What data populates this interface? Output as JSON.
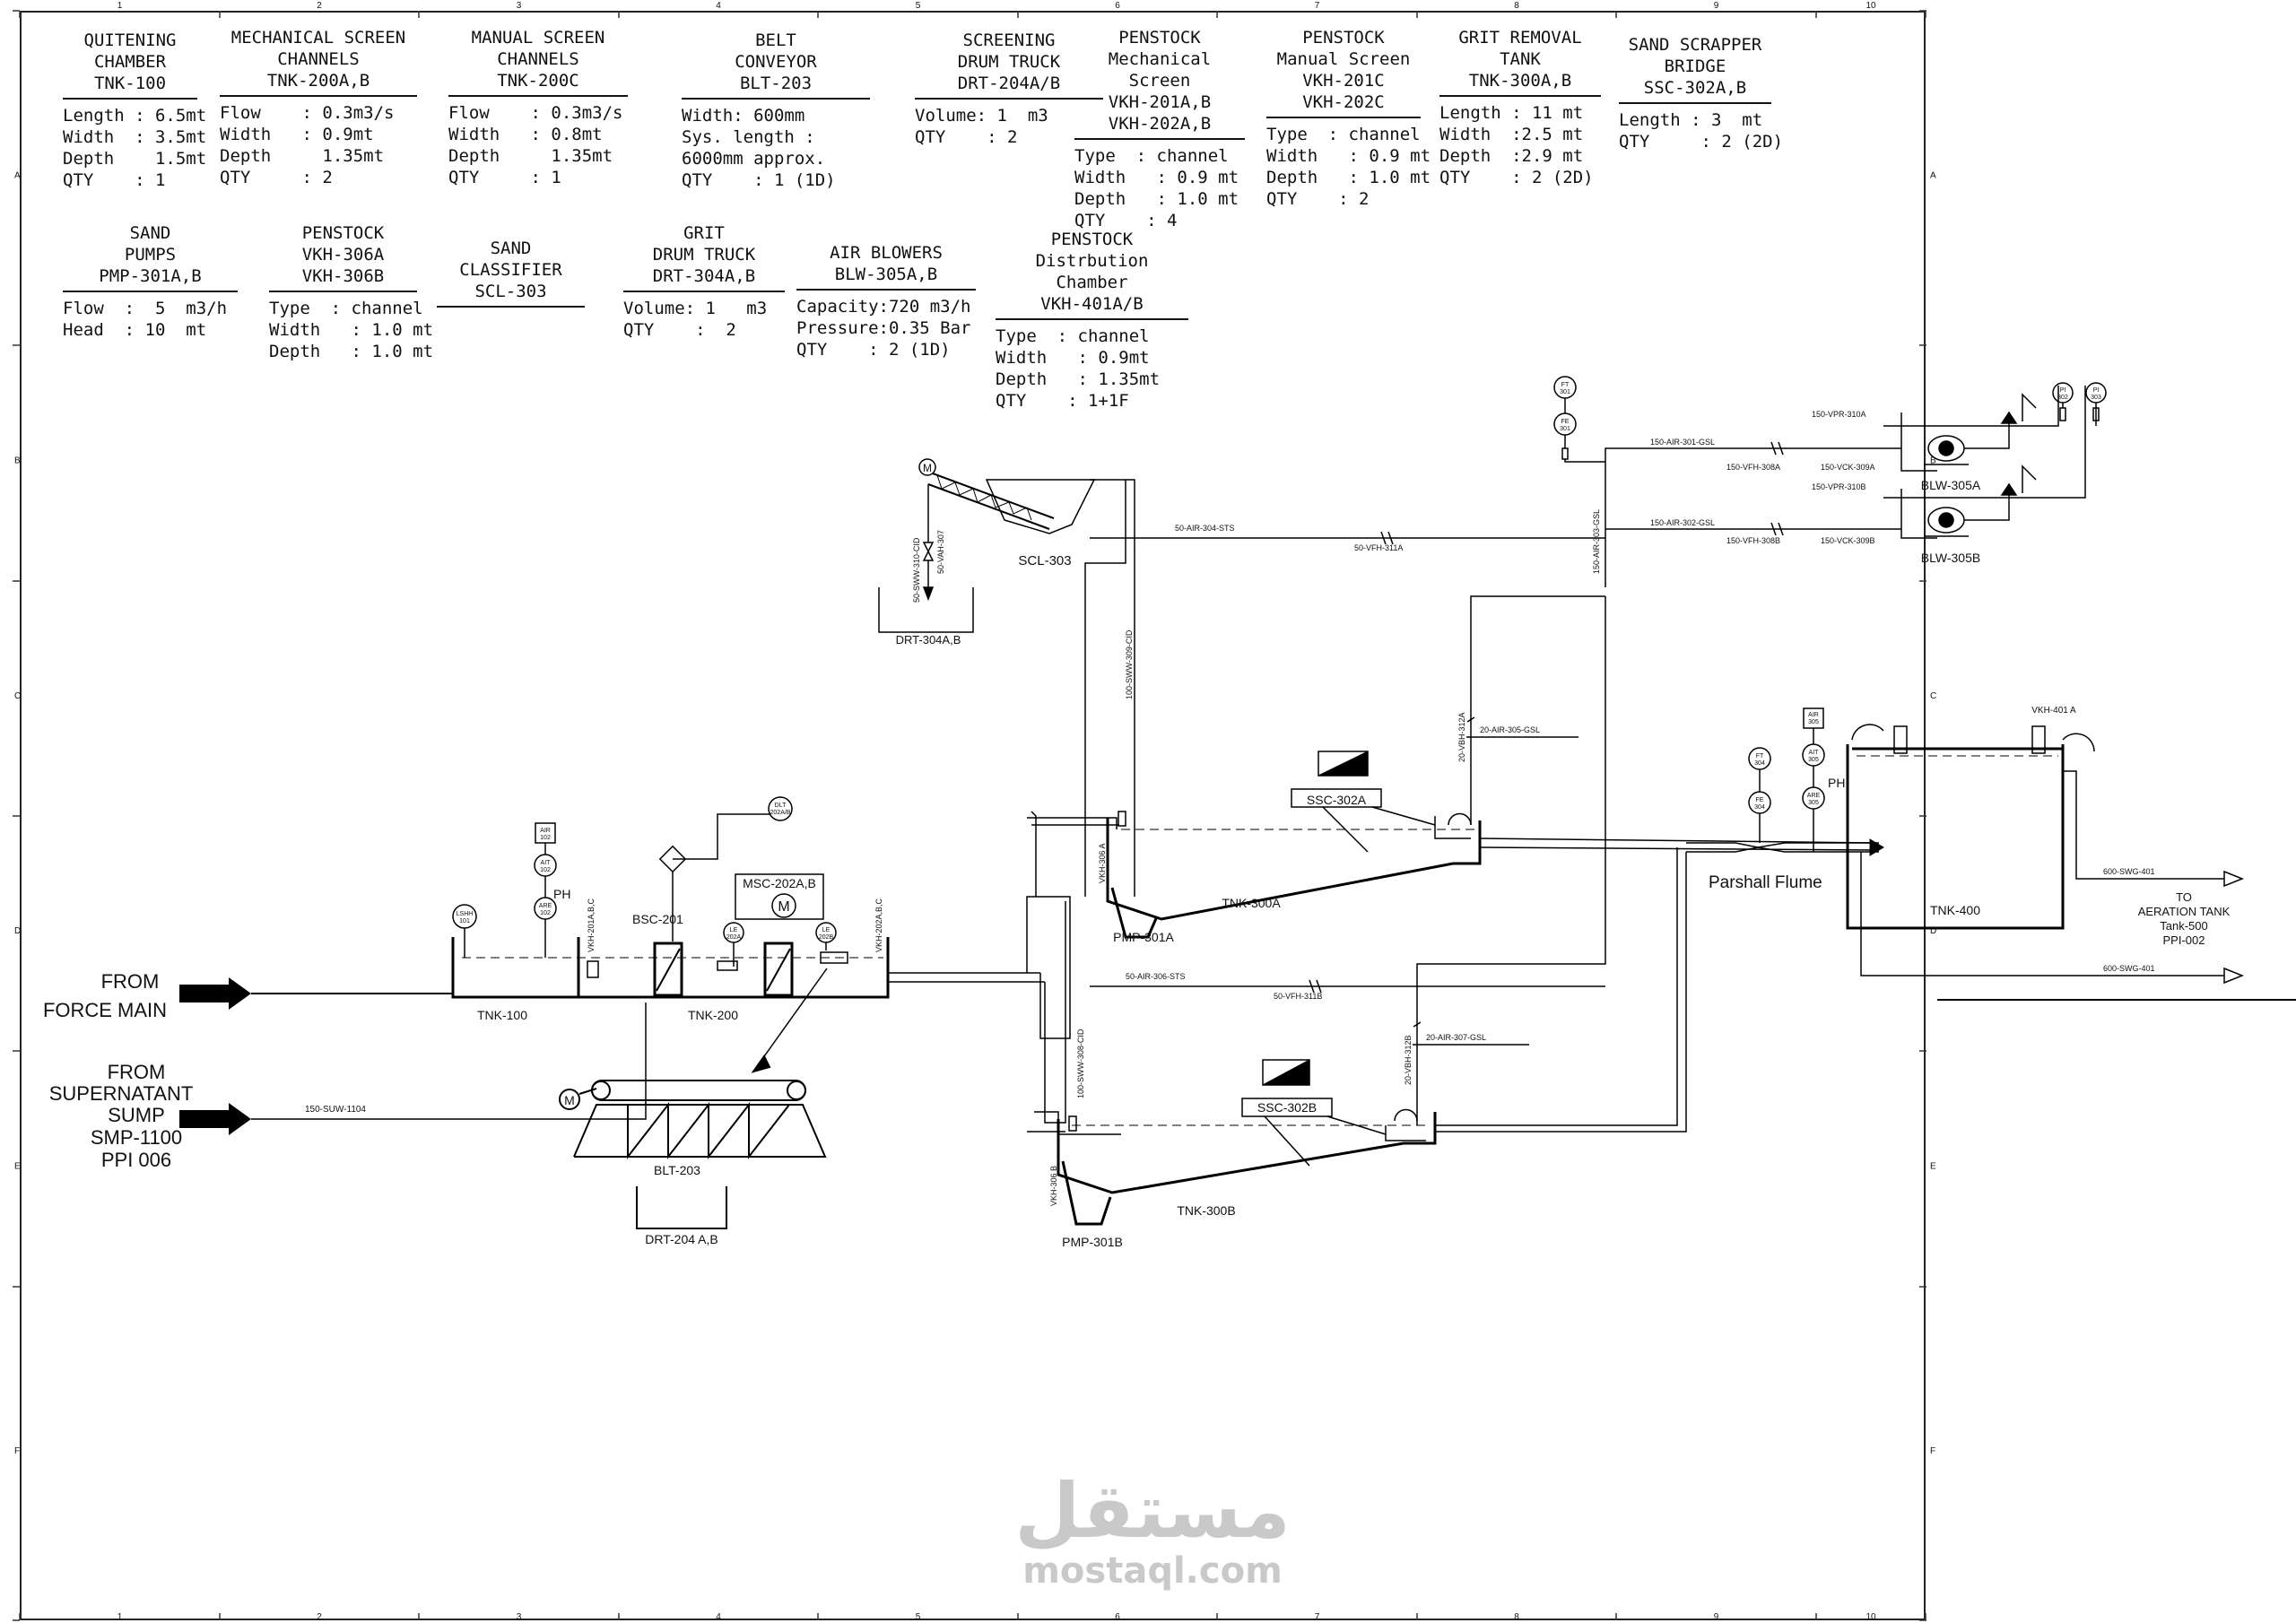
{
  "grid": {
    "columns": [
      "1",
      "2",
      "3",
      "4",
      "5",
      "6",
      "7",
      "8",
      "9",
      "10"
    ],
    "rows": [
      "A",
      "B",
      "C",
      "D",
      "E",
      "F"
    ]
  },
  "legend": [
    {
      "title": "QUITENING\nCHAMBER\nTNK-100",
      "rows": [
        "Length : 6.5mt",
        "Width  : 3.5mt",
        "Depth    1.5mt",
        "QTY    : 1"
      ]
    },
    {
      "title": "MECHANICAL SCREEN\nCHANNELS\nTNK-200A,B",
      "rows": [
        "Flow    : 0.3m3/s",
        "Width   : 0.9mt",
        "Depth     1.35mt",
        "QTY     : 2"
      ]
    },
    {
      "title": "MANUAL SCREEN\nCHANNELS\nTNK-200C",
      "rows": [
        "Flow    : 0.3m3/s",
        "Width   : 0.8mt",
        "Depth     1.35mt",
        "QTY     : 1"
      ]
    },
    {
      "title": "BELT\nCONVEYOR\nBLT-203",
      "rows": [
        "Width: 600mm",
        "Sys. length :",
        "6000mm approx.",
        "QTY    : 1 (1D)"
      ]
    },
    {
      "title": "SCREENING\nDRUM TRUCK\nDRT-204A/B",
      "rows": [
        "Volume: 1  m3",
        "QTY    : 2"
      ]
    },
    {
      "title": "PENSTOCK\nMechanical Screen\nVKH-201A,B\nVKH-202A,B",
      "rows": [
        "Type  : channel",
        "Width   : 0.9 mt",
        "Depth   : 1.0 mt",
        "QTY    : 4"
      ]
    },
    {
      "title": "PENSTOCK\nManual Screen\nVKH-201C\nVKH-202C",
      "rows": [
        "Type  : channel",
        "Width   : 0.9 mt",
        "Depth   : 1.0 mt",
        "QTY    : 2"
      ]
    },
    {
      "title": "GRIT REMOVAL\nTANK\nTNK-300A,B",
      "rows": [
        "Length : 11 mt",
        "Width  :2.5 mt",
        "Depth  :2.9 mt",
        "QTY    : 2 (2D)"
      ]
    },
    {
      "title": "SAND SCRAPPER\nBRIDGE\nSSC-302A,B",
      "rows": [
        "Length : 3  mt",
        "QTY     : 2 (2D)"
      ]
    },
    {
      "title": "SAND\nPUMPS\nPMP-301A,B",
      "rows": [
        "Flow  :  5  m3/h",
        "Head  : 10  mt"
      ]
    },
    {
      "title": "PENSTOCK\nVKH-306A\nVKH-306B",
      "rows": [
        "Type  : channel",
        "Width   : 1.0 mt",
        "Depth   : 1.0 mt"
      ]
    },
    {
      "title": "SAND CLASSIFIER\nSCL-303",
      "rows": []
    },
    {
      "title": "GRIT\nDRUM TRUCK\nDRT-304A,B",
      "rows": [
        "Volume: 1   m3",
        "QTY    :  2"
      ]
    },
    {
      "title": "AIR BLOWERS\nBLW-305A,B",
      "rows": [
        "Capacity:720 m3/h",
        "Pressure:0.35 Bar",
        "QTY    : 2 (1D)"
      ]
    },
    {
      "title": "PENSTOCK\nDistrbution Chamber\nVKH-401A/B",
      "rows": [
        "Type  : channel",
        "Width   : 0.9mt",
        "Depth   : 1.35mt",
        "QTY    : 1+1F"
      ]
    }
  ],
  "labels": {
    "from_force_main": [
      "FROM",
      "FORCE MAIN"
    ],
    "from_supernatant": [
      "FROM",
      "SUPERNATANT",
      "SUMP",
      "SMP-1100",
      "PPI 006"
    ],
    "to_aeration": [
      "TO",
      "AERATION TANK",
      "Tank-500",
      "PPI-002"
    ],
    "parshall": "Parshall Flume",
    "tnk100": "TNK-100",
    "tnk200": "TNK-200",
    "tnk300a": "TNK-300A",
    "tnk300b": "TNK-300B",
    "tnk400": "TNK-400",
    "bsc201": "BSC-201",
    "msc202": "MSC-202A,B",
    "blt203": "BLT-203",
    "drt204": "DRT-204 A,B",
    "drt304": "DRT-304A,B",
    "scl303": "SCL-303",
    "ssc302a": "SSC-302A",
    "ssc302b": "SSC-302B",
    "pmp301a": "PMP-301A",
    "pmp301b": "PMP-301B",
    "blw305a": "BLW-305A",
    "blw305b": "BLW-305B",
    "vkh401a": "VKH-401 A",
    "ph": "PH",
    "m": "M",
    "line_suw": "150-SUW-1104",
    "line_air301": "150-AIR-301-GSL",
    "line_air302": "150-AIR-302-GSL",
    "line_air303": "150-AIR-303-GSL",
    "line_air304": "50-AIR-304-STS",
    "line_air305": "20-AIR-305-GSL",
    "line_air306": "50-AIR-306-STS",
    "line_air307": "20-AIR-307-GSL",
    "line_vfh311a": "50-VFH-311A",
    "line_vfh311b": "50-VFH-311B",
    "line_vfh308a": "150-VFH-308A",
    "line_vfh308b": "150-VFH-308B",
    "line_vck309a": "150-VCK-309A",
    "line_vck309b": "150-VCK-309B",
    "line_vpr310a": "150-VPR-310A",
    "line_vpr310b": "150-VPR-310B",
    "line_swg401a": "600-SWG-401",
    "line_swg401b": "600-SWG-401",
    "line_sww309": "100-SWW-309-CID",
    "line_sww308": "100-SWW-308-CID",
    "line_sww310": "50-SWW-310-CID",
    "line_vah307": "50-VAH-307",
    "line_vbh312a": "20-VBH-312A",
    "line_vbh312b": "20-VBH-312B",
    "vkh306a": "VKH-306 A",
    "vkh306b": "VKH-306 B",
    "vkh201": "VKH-201A,B,C",
    "vkh202": "VKH-202A,B,C",
    "inst_lshh": [
      "LSHH",
      "101"
    ],
    "inst_air102": [
      "AIR",
      "102"
    ],
    "inst_ait102": [
      "AIT",
      "102"
    ],
    "inst_are102": [
      "ARE",
      "102"
    ],
    "inst_dlt": [
      "DLT",
      "202A/B"
    ],
    "inst_le202a": [
      "LE",
      "202A"
    ],
    "inst_le202b": [
      "LE",
      "202B"
    ],
    "inst_ft301": [
      "FT",
      "301"
    ],
    "inst_fe301": [
      "FE",
      "301"
    ],
    "inst_pi302": [
      "PI",
      "302"
    ],
    "inst_pi303": [
      "PI",
      "303"
    ],
    "inst_ft304": [
      "FT",
      "304"
    ],
    "inst_fe304": [
      "FE",
      "304"
    ],
    "inst_air305": [
      "AIR",
      "305"
    ],
    "inst_ait305": [
      "AIT",
      "305"
    ],
    "inst_are305": [
      "ARE",
      "305"
    ]
  },
  "watermark": {
    "arabic": "مستقل",
    "latin": "mostaql.com"
  }
}
